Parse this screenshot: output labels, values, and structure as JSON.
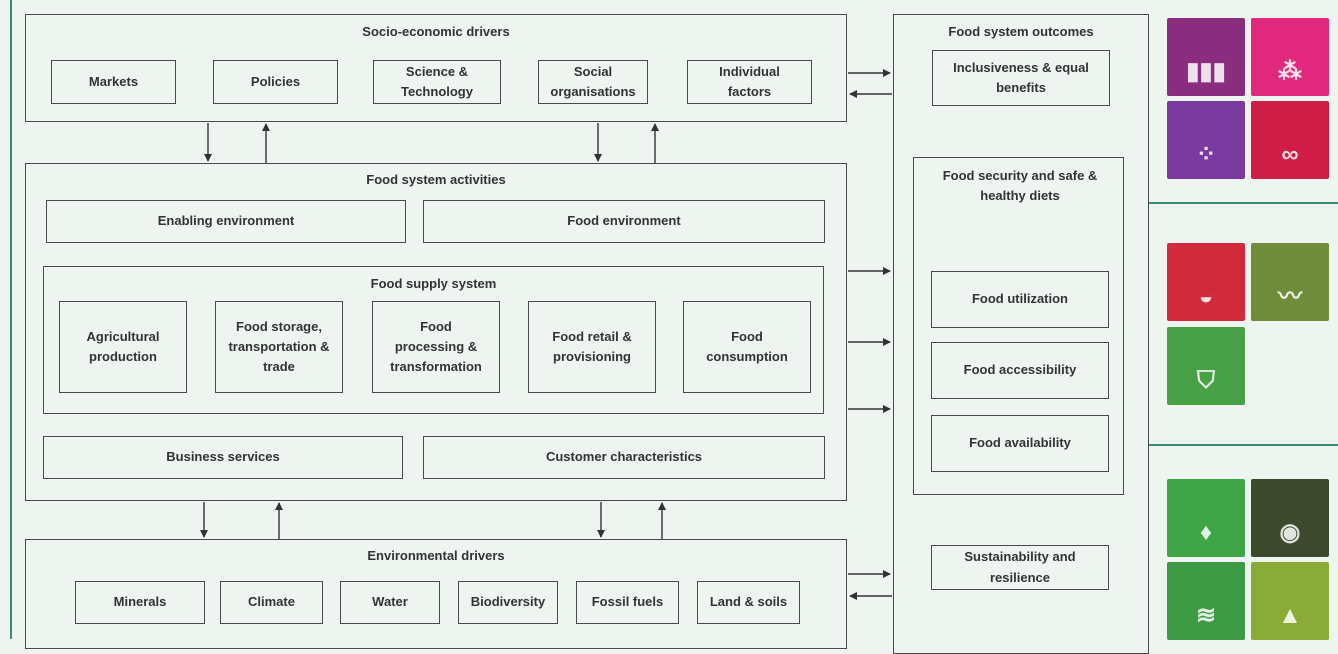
{
  "socio": {
    "title": "Socio-economic drivers",
    "items": [
      "Markets",
      "Policies",
      "Science & Technology",
      "Social organisations",
      "Individual factors"
    ]
  },
  "activities": {
    "title": "Food system activities",
    "enabling": "Enabling environment",
    "food_env": "Food environment",
    "supply": {
      "title": "Food supply system",
      "items": [
        "Agricultural production",
        "Food storage, transportation & trade",
        "Food processing & transformation",
        "Food retail & provisioning",
        "Food consumption"
      ]
    },
    "business": "Business services",
    "customer": "Customer characteristics"
  },
  "env": {
    "title": "Environmental drivers",
    "items": [
      "Minerals",
      "Climate",
      "Water",
      "Biodiversity",
      "Fossil fuels",
      "Land & soils"
    ]
  },
  "outcomes": {
    "title": "Food system outcomes",
    "inclusive": "Inclusiveness & equal benefits",
    "security_title": "Food security and safe & healthy diets",
    "utilization": "Food utilization",
    "accessibility": "Food accessibility",
    "availability": "Food availability",
    "sustainability": "Sustainability and resilience"
  },
  "sdg_colors": {
    "group1": [
      "#8a2d7e",
      "#e0287c",
      "#7b3aa0",
      "#cf1d47"
    ],
    "group2": [
      "#d12a3a",
      "#6e8c3a",
      "#48a146"
    ],
    "group3": [
      "#3fa648",
      "#3d4a2e",
      "#3d9a45",
      "#8aab38"
    ]
  },
  "colors": {
    "background": "#eef4ef",
    "border": "#4a4a4a",
    "divider": "#3b8a76"
  }
}
